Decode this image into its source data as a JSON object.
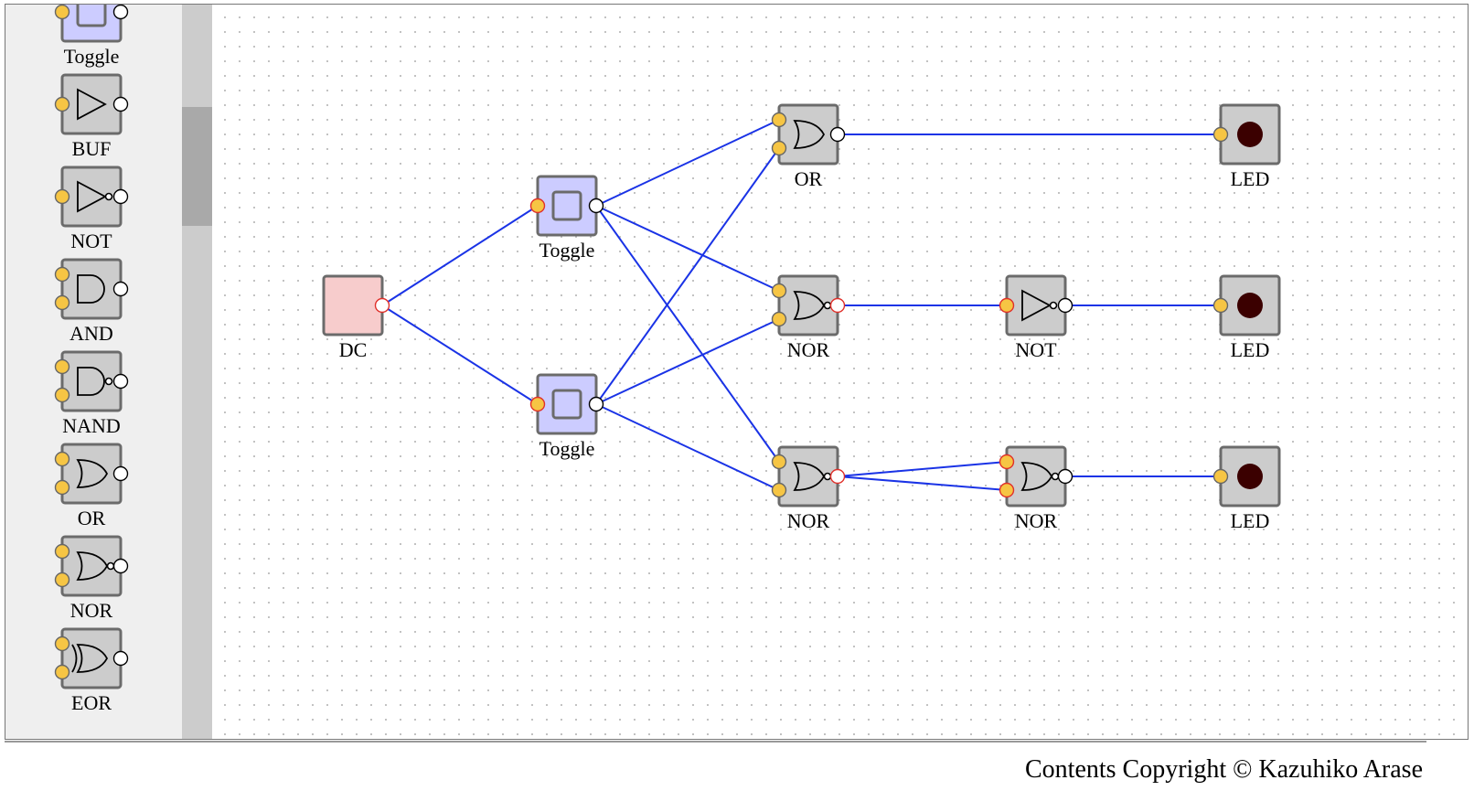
{
  "toolbox": {
    "items": [
      {
        "label": "Toggle",
        "kind": "toggle"
      },
      {
        "label": "BUF",
        "kind": "buf"
      },
      {
        "label": "NOT",
        "kind": "not"
      },
      {
        "label": "AND",
        "kind": "and"
      },
      {
        "label": "NAND",
        "kind": "nand"
      },
      {
        "label": "OR",
        "kind": "or"
      },
      {
        "label": "NOR",
        "kind": "nor"
      },
      {
        "label": "EOR",
        "kind": "eor"
      }
    ]
  },
  "circuit": {
    "components": [
      {
        "id": "dc",
        "label": "DC",
        "kind": "dc"
      },
      {
        "id": "t1",
        "label": "Toggle",
        "kind": "toggle"
      },
      {
        "id": "t2",
        "label": "Toggle",
        "kind": "toggle"
      },
      {
        "id": "g_or",
        "label": "OR",
        "kind": "or"
      },
      {
        "id": "g_nor1",
        "label": "NOR",
        "kind": "nor"
      },
      {
        "id": "g_nor2",
        "label": "NOR",
        "kind": "nor"
      },
      {
        "id": "g_not",
        "label": "NOT",
        "kind": "not"
      },
      {
        "id": "g_nor3",
        "label": "NOR",
        "kind": "nor"
      },
      {
        "id": "led1",
        "label": "LED",
        "kind": "led"
      },
      {
        "id": "led2",
        "label": "LED",
        "kind": "led"
      },
      {
        "id": "led3",
        "label": "LED",
        "kind": "led"
      }
    ],
    "wires": [
      {
        "from": "dc.out",
        "to": "t1.in"
      },
      {
        "from": "dc.out",
        "to": "t2.in"
      },
      {
        "from": "t1.out",
        "to": "g_or.in1"
      },
      {
        "from": "t1.out",
        "to": "g_nor1.in1"
      },
      {
        "from": "t1.out",
        "to": "g_nor2.in1"
      },
      {
        "from": "t2.out",
        "to": "g_or.in2"
      },
      {
        "from": "t2.out",
        "to": "g_nor1.in2"
      },
      {
        "from": "t2.out",
        "to": "g_nor2.in2"
      },
      {
        "from": "g_or.out",
        "to": "led1.in"
      },
      {
        "from": "g_nor1.out",
        "to": "g_not.in"
      },
      {
        "from": "g_not.out",
        "to": "led2.in"
      },
      {
        "from": "g_nor2.out",
        "to": "g_nor3.in1"
      },
      {
        "from": "g_nor2.out",
        "to": "g_nor3.in2"
      },
      {
        "from": "g_nor3.out",
        "to": "led3.in"
      }
    ]
  },
  "colors": {
    "wire": "#1a33e6",
    "input_pin": "#f6c544",
    "toggle_fill": "#ccccff",
    "dc_fill": "#f7cccc",
    "led_off": "#3b0000"
  },
  "footer": {
    "copyright": "Contents Copyright © Kazuhiko Arase"
  }
}
